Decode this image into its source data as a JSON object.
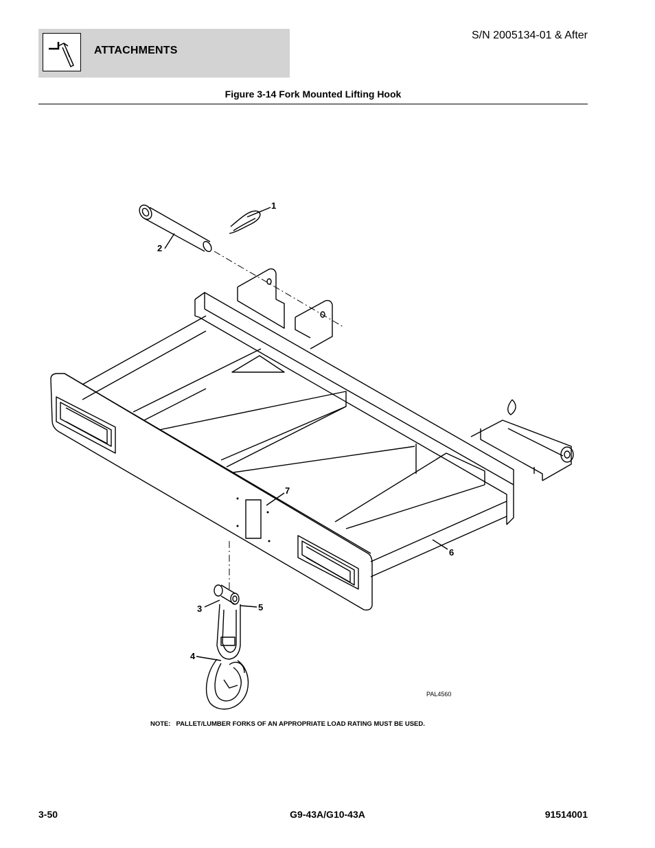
{
  "header": {
    "section_title": "ATTACHMENTS",
    "serial": "S/N 2005134-01 & After",
    "icon": "attachment-hook-icon"
  },
  "figure": {
    "title": "Figure 3-14 Fork Mounted Lifting Hook",
    "code": "PAL4560",
    "callouts": [
      "1",
      "2",
      "3",
      "4",
      "5",
      "6",
      "7"
    ]
  },
  "note": "NOTE:   PALLET/LUMBER FORKS OF AN APPROPRIATE LOAD RATING MUST BE USED.",
  "footer": {
    "page": "3-50",
    "model": "G9-43A/G10-43A",
    "doc_number": "91514001"
  }
}
